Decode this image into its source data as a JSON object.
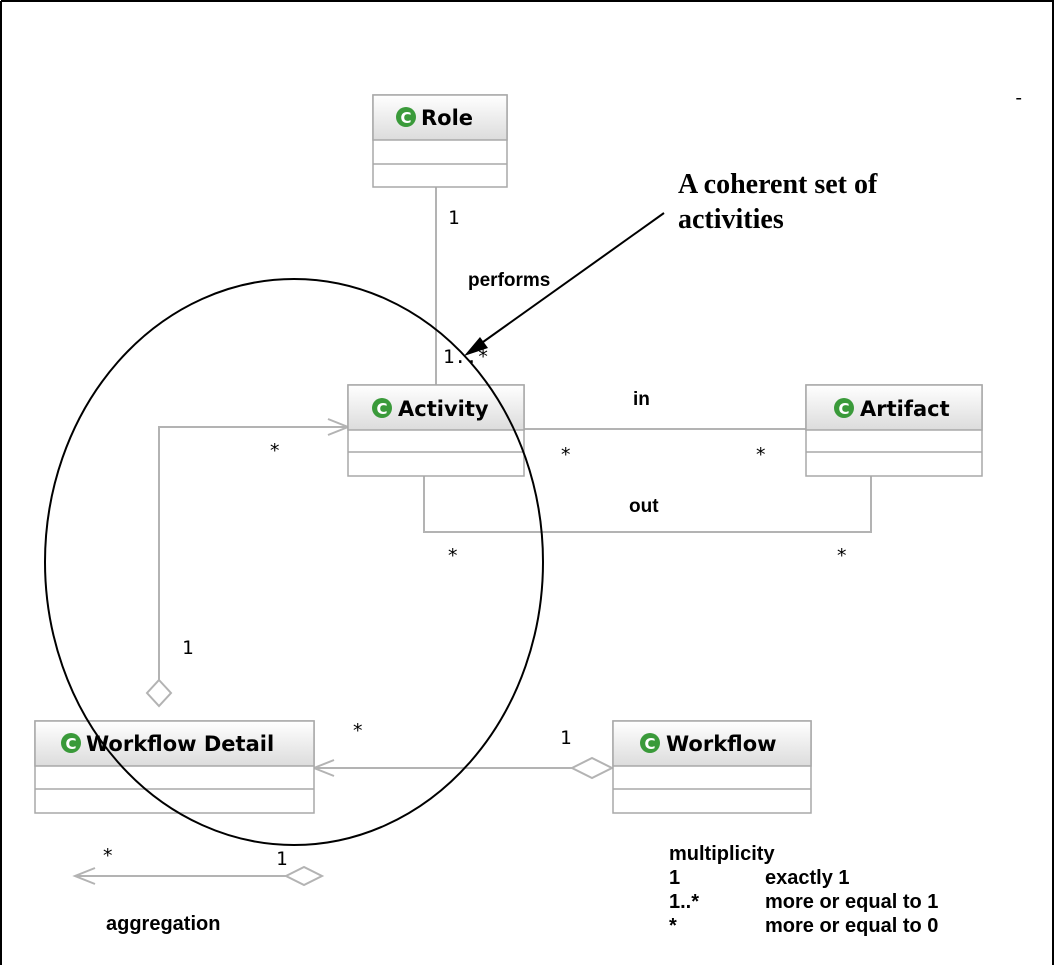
{
  "classes": {
    "role": "Role",
    "activity": "Activity",
    "artifact": "Artifact",
    "workflow_detail": "Workflow Detail",
    "workflow": "Workflow"
  },
  "class_icon_letter": "C",
  "relations": {
    "performs": "performs",
    "in": "in",
    "out": "out"
  },
  "multiplicities": {
    "role_performs": "1",
    "activity_performs": "1..*",
    "activity_from_detail": "*",
    "detail_to_activity": "1",
    "activity_in": "*",
    "artifact_in": "*",
    "activity_out": "*",
    "artifact_out": "*",
    "detail_from_workflow": "*",
    "workflow_to_detail": "1"
  },
  "annotation": {
    "line1": "A coherent set of",
    "line2": "activities"
  },
  "aggregation_example": {
    "many": "*",
    "one": "1",
    "label": "aggregation"
  },
  "legend": {
    "title": "multiplicity",
    "rows": [
      {
        "symbol": "1",
        "meaning": "exactly 1"
      },
      {
        "symbol": "1..*",
        "meaning": "more or equal to 1"
      },
      {
        "symbol": "*",
        "meaning": "more or equal to 0"
      }
    ]
  },
  "corner_mark": "-",
  "colors": {
    "class_icon": "#3a9a3a",
    "connector": "#b3b3b3",
    "border": "#000000"
  }
}
